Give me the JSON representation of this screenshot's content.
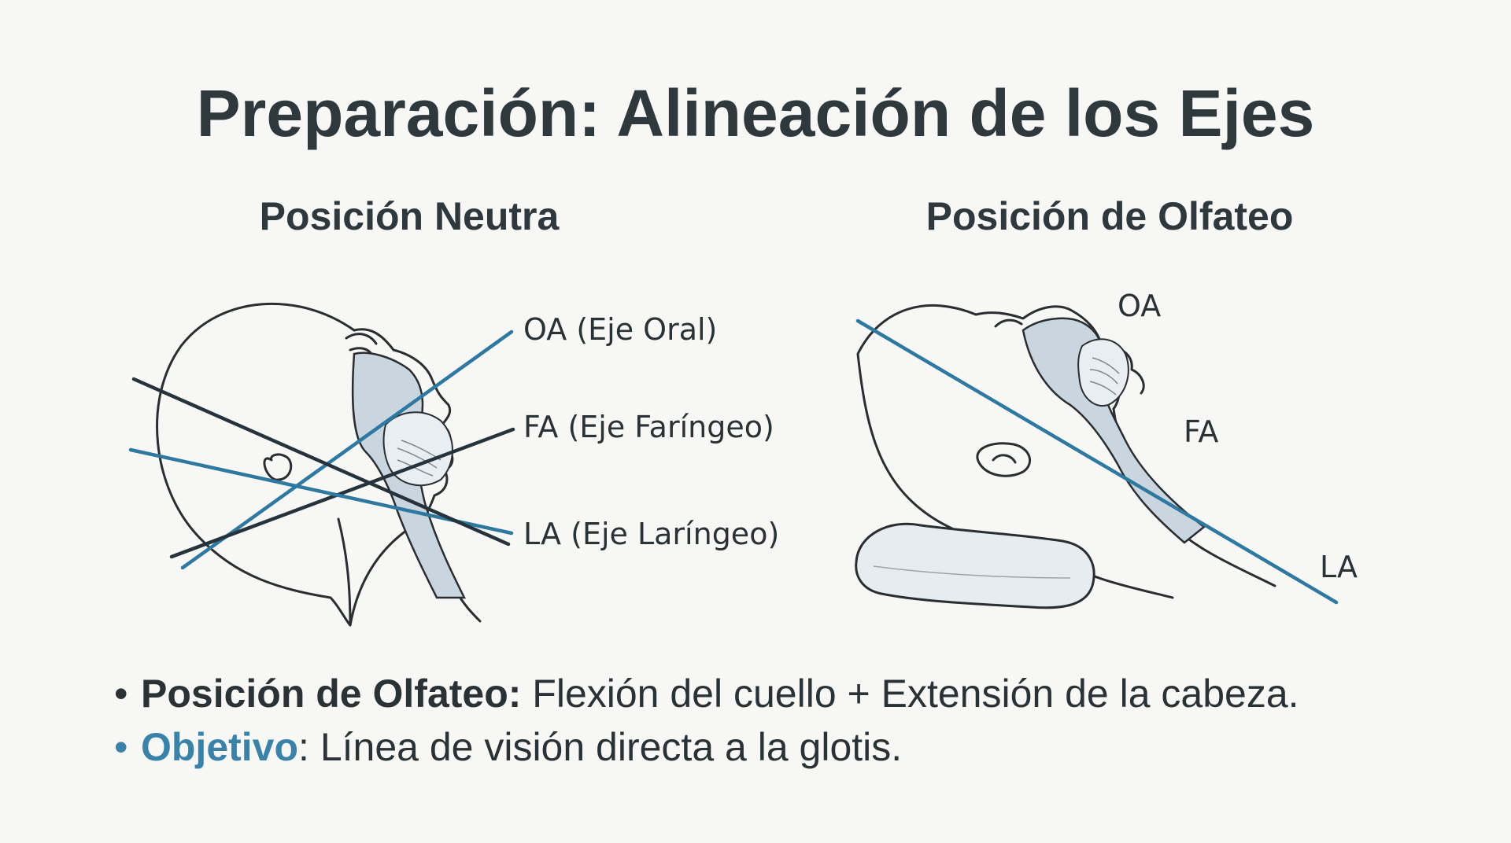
{
  "title": "Preparación: Alineación de los Ejes",
  "panels": {
    "left": {
      "heading": "Posición Neutra",
      "labels": {
        "oa": "OA (Eje Oral)",
        "fa": "FA (Eje Faríngeo)",
        "la": "LA (Eje Laríngeo)"
      }
    },
    "right": {
      "heading": "Posición de Olfateo",
      "labels": {
        "oa": "OA",
        "fa": "FA",
        "la": "LA"
      }
    }
  },
  "bullets": [
    {
      "label": "Posición de Olfateo:",
      "text": " Flexión del cuello + Extensión de la cabeza."
    },
    {
      "label": "Objetivo",
      "text": ": Línea de visión directa a la glotis."
    }
  ],
  "colors": {
    "axis_blue": "#2f78a0",
    "axis_dark": "#26333d",
    "accent_text": "#3b82a8",
    "sketch": "#2a2e31",
    "airway_fill": "#c9d6df"
  }
}
